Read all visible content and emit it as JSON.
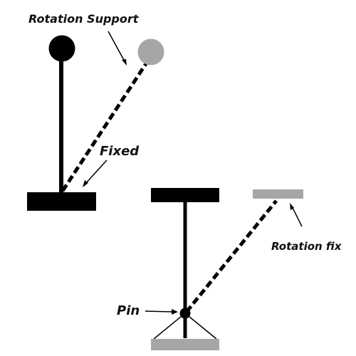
{
  "labels": {
    "rotation_support": "Rotation Support",
    "fixed": "Fixed",
    "rotation_fix": "Rotation fix",
    "pin": "Pin"
  },
  "colors": {
    "solid": "#000000",
    "ghost": "#a6a6a6",
    "text": "#111111",
    "background": "#ffffff"
  }
}
